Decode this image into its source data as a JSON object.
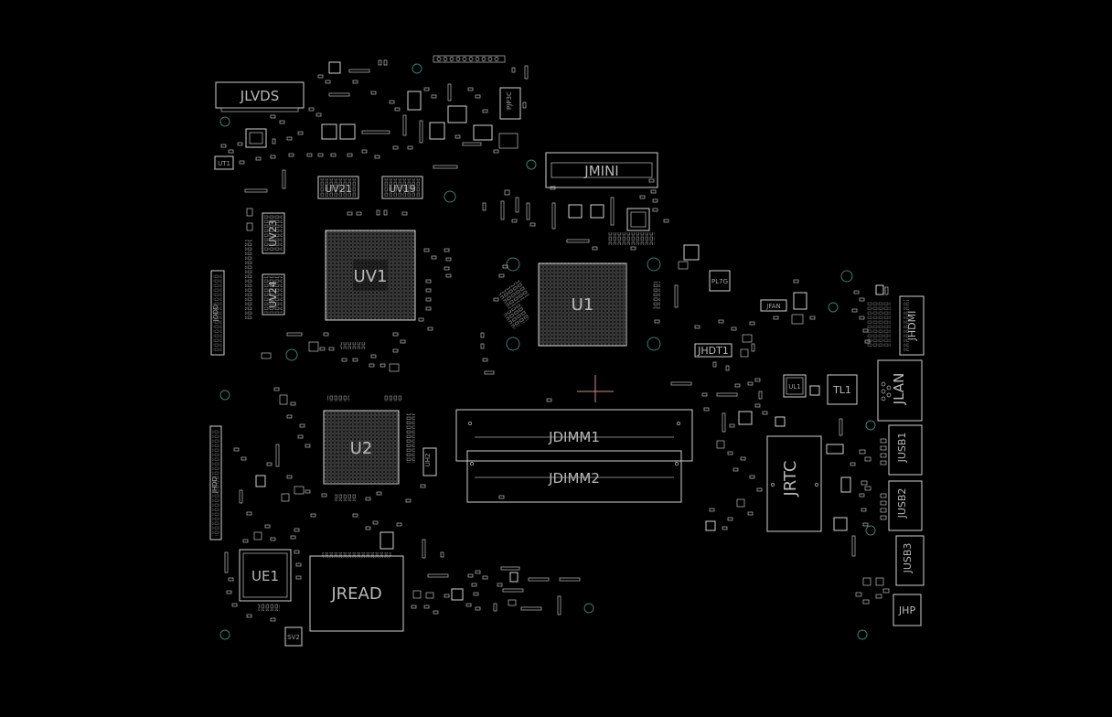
{
  "board": {
    "components": {
      "jlvds": "JLVDS",
      "jmini": "JMINI",
      "uv21": "UV21",
      "uv19": "UV19",
      "uv23": "UV23",
      "uv24": "UV24",
      "uv1": "UV1",
      "u1": "U1",
      "u2": "U2",
      "uh2": "UH2",
      "jodd": "JODD",
      "jhdd": "JHDD",
      "jdimm1": "JDIMM1",
      "jdimm2": "JDIMM2",
      "jrtc": "JRTC",
      "ue1": "UE1",
      "jread": "JREAD",
      "jhdmi": "JHDMI",
      "jlan": "JLAN",
      "tl1": "TL1",
      "ul1": "UL1",
      "jusb1": "JUSB1",
      "jusb2": "JUSB2",
      "jusb3": "JUSB3",
      "jhp": "JHP",
      "jhdt1": "JHDT1",
      "jfan": "JFAN",
      "pjp3c": "PJP3C",
      "ut1": "UT1",
      "pl7g": "PL7G",
      "sv2": "SV2"
    }
  }
}
